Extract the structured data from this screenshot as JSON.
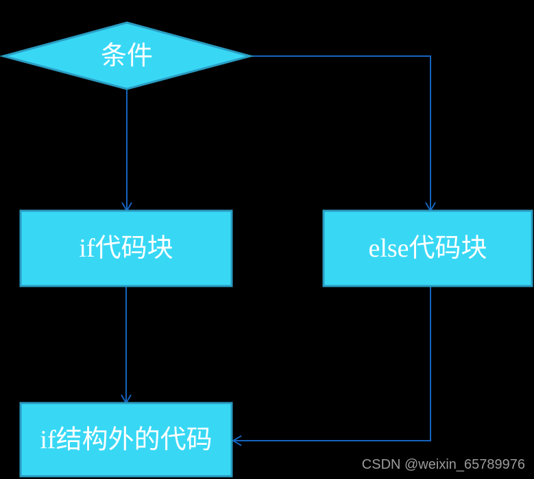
{
  "diagram": {
    "type": "flowchart",
    "background_color": "#000000",
    "colors": {
      "node_fill": "#38d8f5",
      "node_border": "#2a9cc2",
      "connector": "#1565c0",
      "label_text": "#ffffff",
      "watermark_text": "#9b9b9b"
    },
    "nodes": [
      {
        "id": "condition",
        "shape": "diamond",
        "label": "条件"
      },
      {
        "id": "if-block",
        "shape": "rect",
        "label": "if代码块"
      },
      {
        "id": "else-block",
        "shape": "rect",
        "label": "else代码块"
      },
      {
        "id": "after-if",
        "shape": "rect",
        "label": "if结构外的代码"
      }
    ],
    "edges": [
      {
        "from": "condition",
        "to": "if-block"
      },
      {
        "from": "condition",
        "to": "else-block"
      },
      {
        "from": "if-block",
        "to": "after-if"
      },
      {
        "from": "else-block",
        "to": "after-if"
      }
    ]
  },
  "watermark": {
    "text": "CSDN @weixin_65789976"
  }
}
